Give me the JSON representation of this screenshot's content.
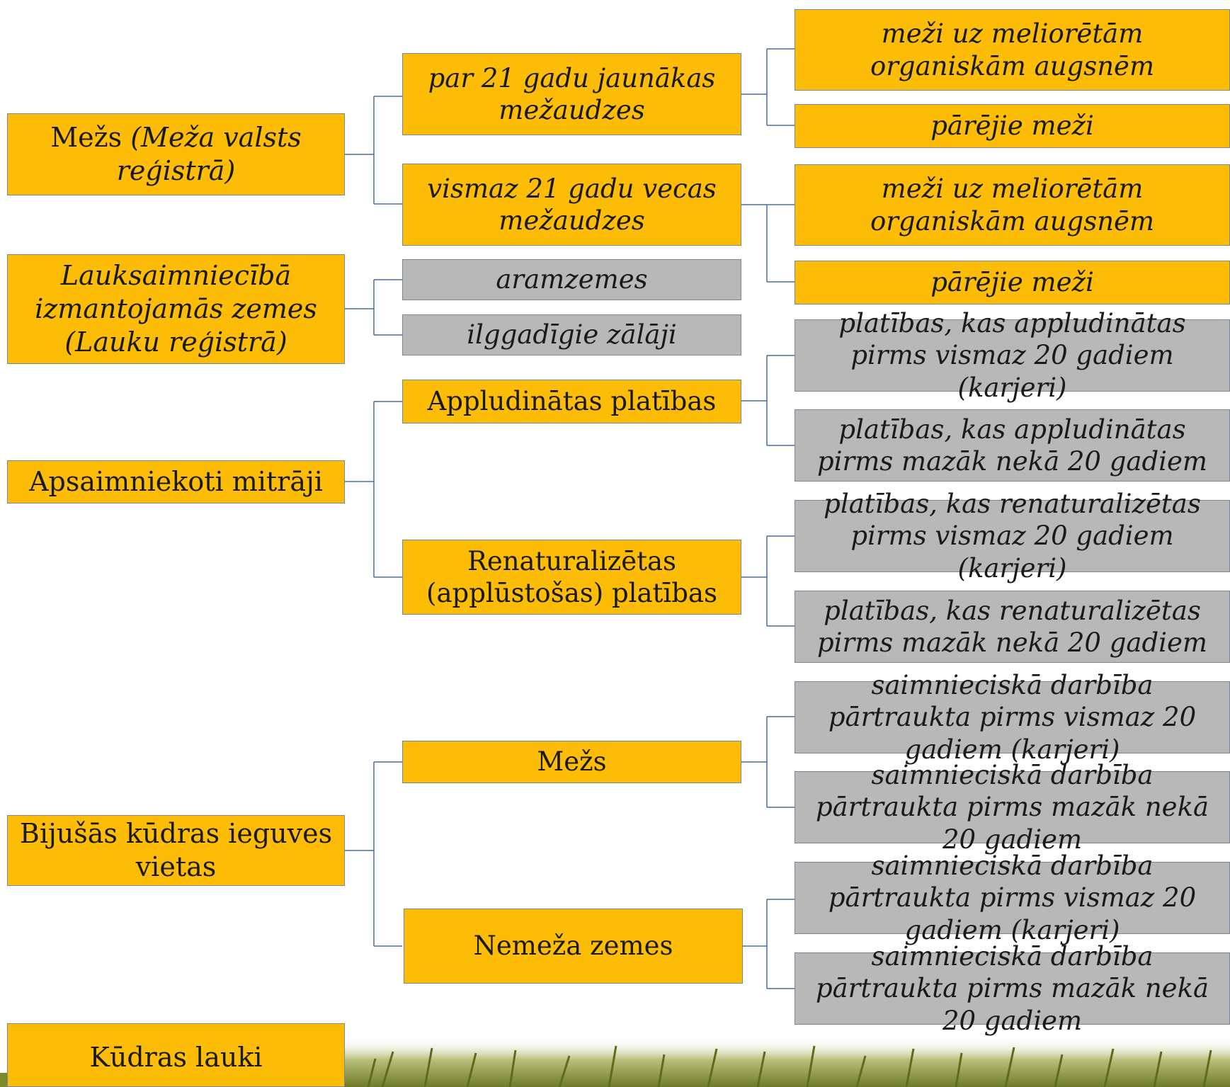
{
  "colors": {
    "primary": "#fdbd06",
    "secondary": "#b8b8b8",
    "connector": "#4a6e94",
    "grass": "#7d8a2e"
  },
  "level1": {
    "forest": [
      "Mežs ",
      "(Meža valsts reģistrā)"
    ],
    "agri": "Lauksaimniecībā izmantojamās zemes (Lauku reģistrā)",
    "wetlands": "Apsaimniekoti mitrāji",
    "peat_sites": "Bijušās kūdras ieguves vietas",
    "peat_fields": "Kūdras lauki"
  },
  "level2": {
    "young_stands": "par 21 gadu jaunākas mežaudzes",
    "old_stands": "vismaz 21 gadu vecas mežaudzes",
    "arable": "aramzemes",
    "grassland": "ilggadīgie zālāji",
    "flooded": "Appludinātas platības",
    "renatured": "Renaturalizētas (applūstošas) platības",
    "forest": "Mežs",
    "nonforest": "Nemeža zemes"
  },
  "level3": {
    "young_organic": "meži uz meliorētām organiskām augsnēm",
    "young_other": "pārējie meži",
    "old_organic": "meži uz meliorētām organiskām augsnēm",
    "old_other": "pārējie meži",
    "flooded_20plus": "platības, kas appludinātas pirms vismaz 20 gadiem (karjeri)",
    "flooded_under20": "platības, kas appludinātas pirms mazāk nekā 20 gadiem",
    "renat_20plus": "platības, kas renaturalizētas pirms vismaz 20 gadiem (karjeri)",
    "renat_under20": "platības, kas renaturalizētas pirms mazāk nekā 20 gadiem",
    "forest_20plus": "saimnieciskā darbība pārtraukta pirms vismaz 20 gadiem (karjeri)",
    "forest_under20": "saimnieciskā darbība pārtraukta pirms mazāk nekā 20 gadiem",
    "nonforest_20plus": "saimnieciskā darbība pārtraukta pirms vismaz 20 gadiem (karjeri)",
    "nonforest_under20": "saimnieciskā darbība pārtraukta pirms mazāk nekā 20 gadiem"
  }
}
